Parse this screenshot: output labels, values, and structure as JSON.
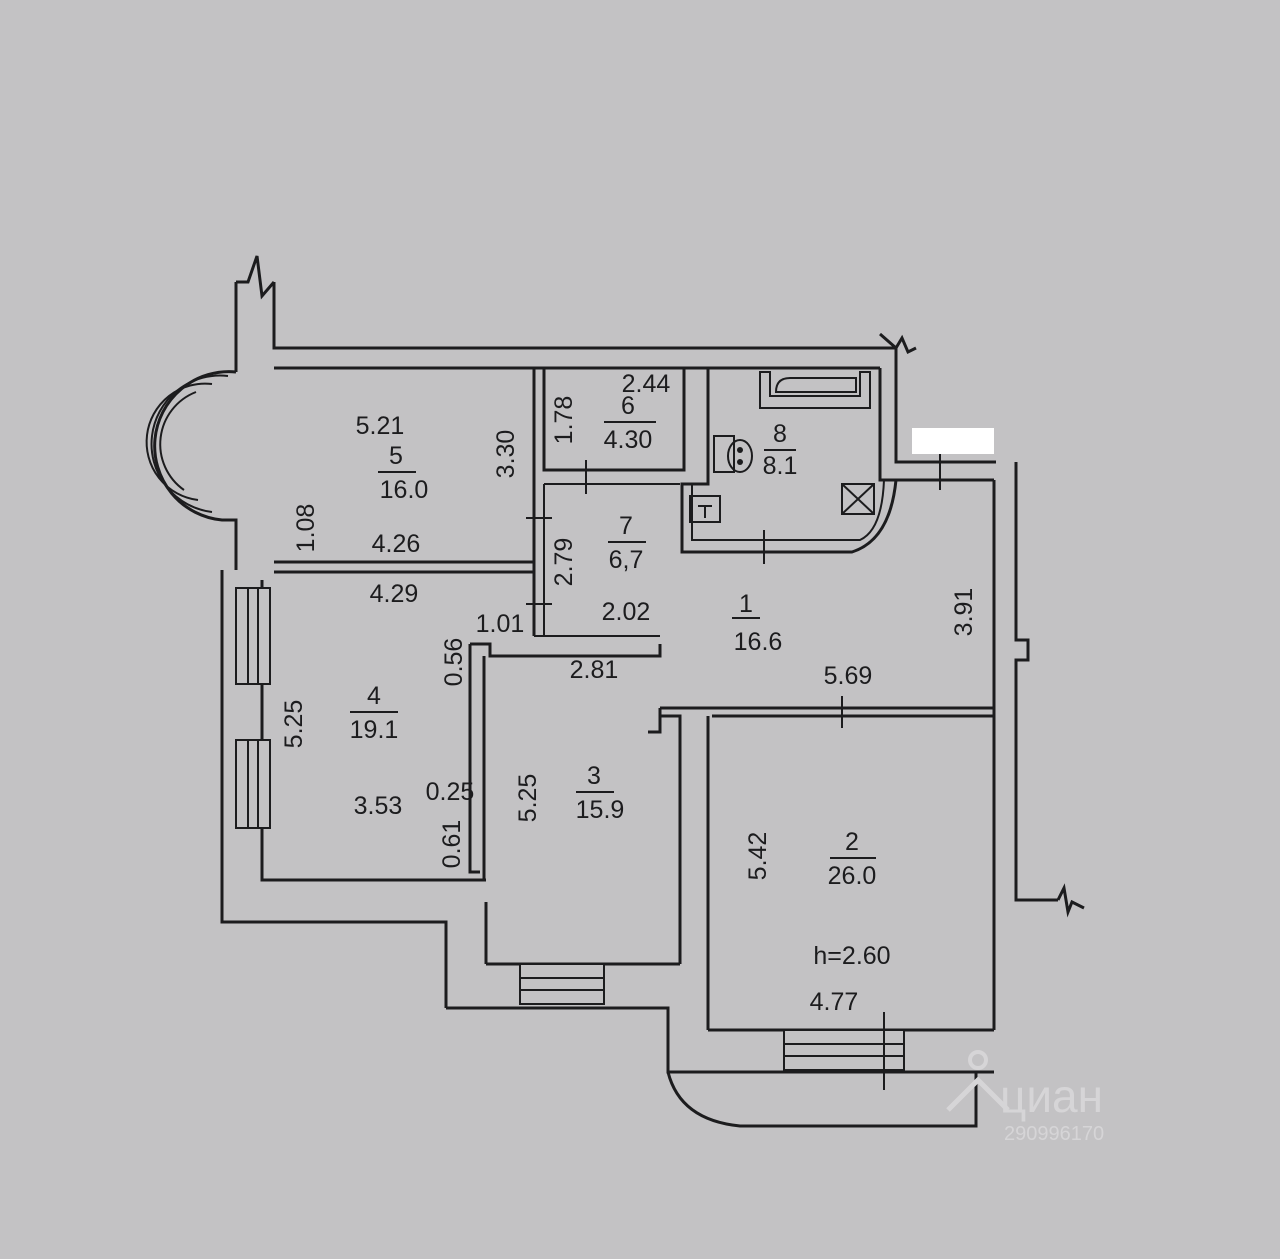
{
  "rooms": [
    {
      "number": "1",
      "area": "16.6"
    },
    {
      "number": "2",
      "area": "26.0"
    },
    {
      "number": "3",
      "area": "15.9"
    },
    {
      "number": "4",
      "area": "19.1"
    },
    {
      "number": "5",
      "area": "16.0"
    },
    {
      "number": "6",
      "area": "4.30"
    },
    {
      "number": "7",
      "area": "6,7"
    },
    {
      "number": "8",
      "area": "8.1"
    }
  ],
  "dimensions": {
    "room5_top": "5.21",
    "room5_side": "3.30",
    "room5_bottom": "4.26",
    "room5_left": "1.08",
    "room6_top": "2.44",
    "room6_side": "1.78",
    "room7_side": "2.79",
    "hall_202": "2.02",
    "hall_101": "1.01",
    "room4_top": "4.29",
    "room4_056": "0.56",
    "room4_left": "5.25",
    "room4_bottom": "3.53",
    "room4_025": "0.25",
    "room4_061": "0.61",
    "room3_top": "2.81",
    "room3_side": "5.25",
    "room1_width": "5.69",
    "room1_side": "3.91",
    "room2_side": "5.42",
    "room2_bottom": "4.77"
  },
  "ceiling_height": "h=2.60",
  "watermark": {
    "brand": "циан",
    "listing_id": "290996170"
  }
}
